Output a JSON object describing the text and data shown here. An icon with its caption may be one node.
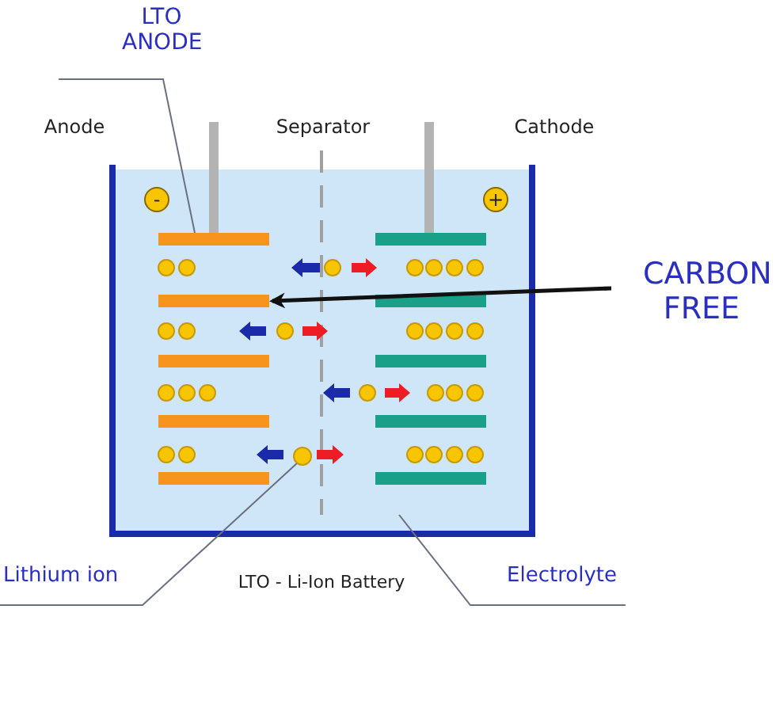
{
  "diagram": {
    "nodes": [
      {
        "text": [
          "LTO ANODE"
        ]
      },
      {
        "text": [],
        "shape": "bar"
      },
      {
        "text": [
          "CARBON FREE"
        ]
      },
      {
        "text": [],
        "shape": "bar"
      },
      {
        "text": [],
        "shape": "circle"
      },
      {
        "text": [
          "Lithium ion"
        ]
      },
      {
        "text": [
          "Electrolyte"
        ]
      }
    ],
    "edges": [
      {
        "from": 0,
        "to": 1,
        "arrow": "none"
      },
      {
        "from": 2,
        "to": 3,
        "arrow": "to",
        "style": "thick",
        "color": "#111111"
      },
      {
        "from": 5,
        "to": 4,
        "arrow": "none"
      },
      {
        "from": 6,
        "to": null,
        "arrow": "none"
      }
    ],
    "labels": [
      "Anode",
      "Separator",
      "Cathode",
      "-",
      "+",
      "LTO - Li-Ion Battery"
    ]
  }
}
